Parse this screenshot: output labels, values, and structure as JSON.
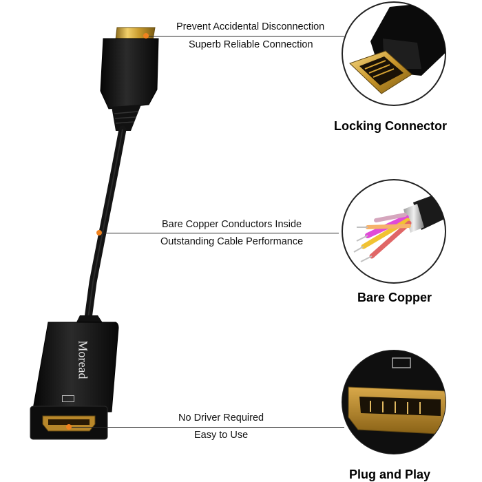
{
  "callouts": {
    "top": {
      "line1": "Prevent Accidental Disconnection",
      "line2": "Superb Reliable Connection",
      "caption": "Locking Connector",
      "inset_icon": "displayport-connector-closeup"
    },
    "middle": {
      "line1": "Bare Copper Conductors Inside",
      "line2": "Outstanding Cable Performance",
      "caption": "Bare Copper",
      "inset_icon": "copper-wire-strands-closeup"
    },
    "bottom": {
      "line1": "No Driver Required",
      "line2": "Easy to Use",
      "caption": "Plug and Play",
      "inset_icon": "hdmi-port-closeup"
    }
  },
  "product": {
    "brand": "Moread",
    "port_icon": "hdmi-port-icon"
  },
  "colors": {
    "accent_dot": "#f0821e",
    "cable": "#141414",
    "gold": "#d9a633"
  }
}
